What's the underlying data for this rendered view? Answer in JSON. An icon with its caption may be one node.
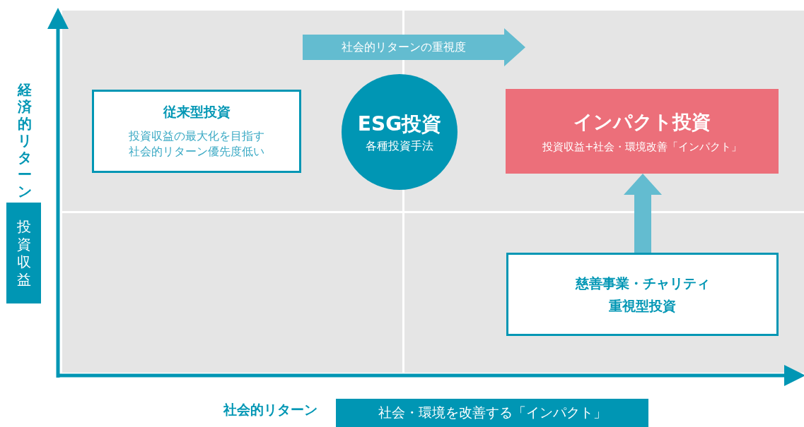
{
  "diagram": {
    "nodes": [
      {
        "text": [
          "社会的リターンの重視度"
        ]
      },
      {
        "text": [
          "従来型投資",
          "投資収益の最大化を目指す社会的リターン優先度低い"
        ]
      },
      {
        "text": [
          "ESG投資",
          "各種投資手法"
        ]
      },
      {
        "text": [
          "インパクト投資",
          "投資収益+社会・環境改善「インパクト」"
        ]
      },
      {
        "text": [
          "慈善事業・チャリティ重視型投資"
        ]
      },
      {
        "text": [
          "投資収益"
        ]
      },
      {
        "text": [
          "社会・環境を改善する「インパクト」"
        ]
      }
    ],
    "edges": [
      {
        "from": 4,
        "to": 3,
        "arrow": "to"
      }
    ],
    "labels": [
      "経済的リターン",
      "社会的リターン"
    ]
  }
}
